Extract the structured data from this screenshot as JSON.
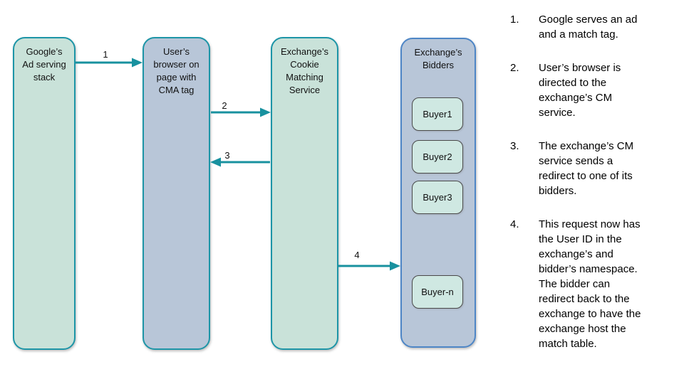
{
  "diagram": {
    "lanes": [
      {
        "title": "Google’s\nAd serving\nstack"
      },
      {
        "title": "User’s\nbrowser on\npage with\nCMA tag"
      },
      {
        "title": "Exchange’s\nCookie\nMatching\nService"
      },
      {
        "title": "Exchange’s\nBidders",
        "buyers": [
          "Buyer1",
          "Buyer2",
          "Buyer3",
          "Buyer-n"
        ]
      }
    ],
    "arrows": [
      {
        "label": "1"
      },
      {
        "label": "2"
      },
      {
        "label": "3"
      },
      {
        "label": "4"
      }
    ],
    "colors": {
      "green_fill": "#c9e2d9",
      "blue_fill": "#b8c6d8",
      "teal_border": "#1d95a7",
      "blue_border": "#4e86c6",
      "arrow": "#18919f",
      "buyer_fill": "#cfe8e2",
      "buyer_border": "#4a4a4a"
    }
  },
  "steps": {
    "items": [
      {
        "num": "1.",
        "text": "Google serves an ad\nand a match tag."
      },
      {
        "num": "2.",
        "text": "User’s browser is\ndirected to the\nexchange’s CM\nservice."
      },
      {
        "num": "3.",
        "text": "The exchange’s CM\nservice sends a\nredirect to one of its\nbidders."
      },
      {
        "num": "4.",
        "text": "This request now has\nthe User ID in the\nexchange’s and\nbidder’s namespace.\nThe bidder can\nredirect back to the\nexchange to have the\nexchange host the\nmatch table."
      }
    ]
  }
}
